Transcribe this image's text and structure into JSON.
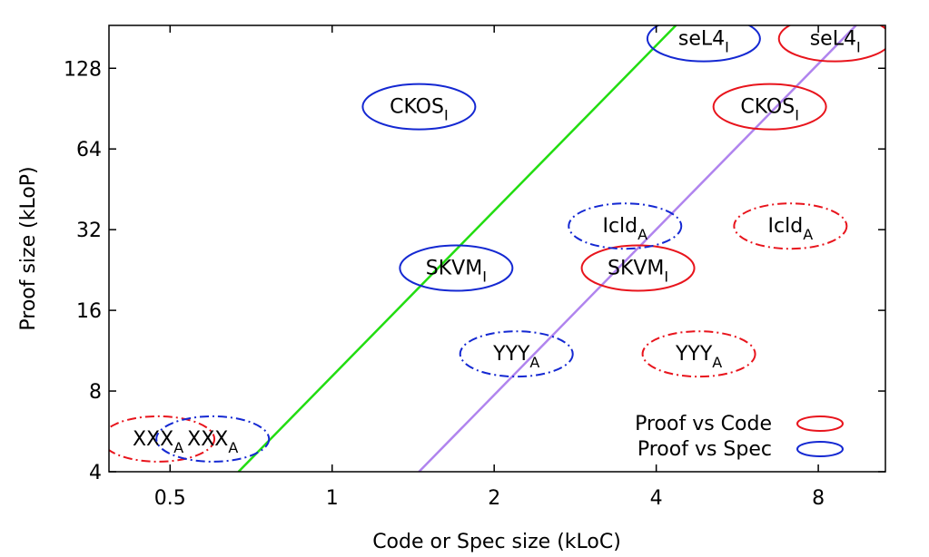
{
  "chart_data": {
    "type": "scatter",
    "title": "",
    "xlabel": "Code or Spec size (kLoC)",
    "ylabel": "Proof size (kLoP)",
    "xscale": "log2",
    "yscale": "log2",
    "xlim": [
      0.385,
      10.66
    ],
    "ylim": [
      4,
      185
    ],
    "xticks": [
      {
        "value": 0.5,
        "label": "0.5"
      },
      {
        "value": 1,
        "label": "1"
      },
      {
        "value": 2,
        "label": "2"
      },
      {
        "value": 4,
        "label": "4"
      },
      {
        "value": 8,
        "label": "8"
      }
    ],
    "yticks": [
      {
        "value": 4,
        "label": "4"
      },
      {
        "value": 8,
        "label": "8"
      },
      {
        "value": 16,
        "label": "16"
      },
      {
        "value": 32,
        "label": "32"
      },
      {
        "value": 64,
        "label": "64"
      },
      {
        "value": 128,
        "label": "128"
      }
    ],
    "grid": false,
    "legend_position": "bottom-right",
    "series": [
      {
        "name": "Proof vs Code",
        "color": "#e8141c",
        "points": [
          {
            "base": "seL4",
            "sub": "I",
            "x": 8.6,
            "y": 165,
            "style": "solid"
          },
          {
            "base": "CKOS",
            "sub": "I",
            "x": 6.5,
            "y": 92,
            "style": "solid"
          },
          {
            "base": "Icld",
            "sub": "A",
            "x": 7.1,
            "y": 33,
            "style": "dashdot"
          },
          {
            "base": "SKVM",
            "sub": "I",
            "x": 3.7,
            "y": 23,
            "style": "solid"
          },
          {
            "base": "YYY",
            "sub": "A",
            "x": 4.8,
            "y": 11,
            "style": "dashdot"
          },
          {
            "base": "XXX",
            "sub": "A",
            "x": 0.475,
            "y": 5.3,
            "style": "dashdot"
          }
        ]
      },
      {
        "name": "Proof vs Spec",
        "color": "#1428d2",
        "points": [
          {
            "base": "seL4",
            "sub": "I",
            "x": 4.9,
            "y": 165,
            "style": "solid"
          },
          {
            "base": "CKOS",
            "sub": "I",
            "x": 1.45,
            "y": 92,
            "style": "solid"
          },
          {
            "base": "SKVM",
            "sub": "I",
            "x": 1.7,
            "y": 23,
            "style": "solid"
          },
          {
            "base": "Icld",
            "sub": "A",
            "x": 3.5,
            "y": 33,
            "style": "dashdot"
          },
          {
            "base": "YYY",
            "sub": "A",
            "x": 2.2,
            "y": 11,
            "style": "dashdot"
          },
          {
            "base": "XXX",
            "sub": "A",
            "x": 0.6,
            "y": 5.3,
            "style": "dashdot"
          }
        ]
      }
    ],
    "fit_lines": [
      {
        "color": "#22dd11",
        "x1": 0.67,
        "y1": 4,
        "x2": 4.35,
        "y2": 185
      },
      {
        "color": "#b084ee",
        "x1": 1.45,
        "y1": 4,
        "x2": 9.4,
        "y2": 185
      }
    ]
  }
}
